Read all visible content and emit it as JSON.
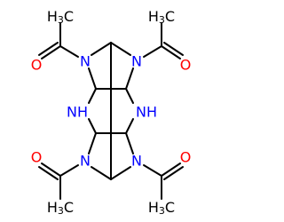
{
  "molecule": {
    "atoms": {
      "n_top_left": "N",
      "n_top_right": "N",
      "n_bottom_left": "N",
      "n_bottom_right": "N",
      "nh_left": "NH",
      "nh_right": "NH",
      "o_top_left": "O",
      "o_top_right": "O",
      "o_bottom_left": "O",
      "o_bottom_right": "O",
      "methyl_main": "H",
      "methyl_sub": "3",
      "methyl_tail": "C"
    },
    "colors": {
      "carbon_bond": "#000000",
      "nitrogen": "#0000ff",
      "oxygen": "#ff0000",
      "background": "#ffffff"
    }
  }
}
